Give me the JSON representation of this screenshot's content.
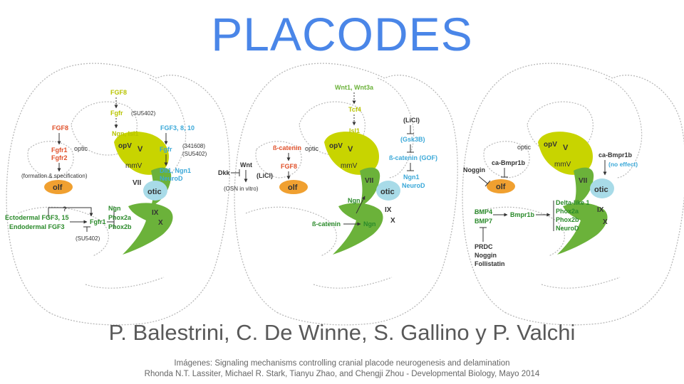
{
  "title": "PLACODES",
  "authors": "P. Balestrini, C. De Winne, S. Gallino y P. Valchi",
  "credit": {
    "line1": "Imágenes: Signaling mechanisms controlling cranial placode neurogenesis and delamination",
    "line2": "Rhonda N.T. Lassiter, Michael R. Stark, Tianyu Zhao, and Chengji Zhou - Developmental Biology, Mayo 2014"
  },
  "colors": {
    "title": "#4a86e8",
    "yellow_green": "#c8d400",
    "green": "#6bb23a",
    "orange": "#f0a030",
    "cyan": "#3aa8d8",
    "red_text": "#e0502a",
    "dark_green_text": "#2a8a2a"
  },
  "common": {
    "opV": "opV",
    "V": "V",
    "mmV": "mmV",
    "optic": "optic",
    "VII": "VII",
    "otic": "otic",
    "IX": "IX",
    "X": "X",
    "olf": "olf"
  },
  "panel1": {
    "fgf8_top": "FGF8",
    "fgfr_top": "Fgfr",
    "su5402_top": "(SU5402)",
    "ngn_isl1": "Ngn, Isl1",
    "fgf8_left": "FGF8",
    "fgfr1": "Fgfr1",
    "fgfr2": "Fgfr2",
    "formation": "(formation & specification)",
    "fgf3_8_10": "FGF3, 8, 10",
    "fgfr_right": "Fgfr",
    "inh_341608": "(341608)",
    "su5402_right": "(SU5402)",
    "dll1_ngn1": "Dll1, Ngn1",
    "neurod": "NeuroD",
    "question": "?",
    "ecto": "Ectodermal FGF3, 15",
    "endo": "Endodermal FGF3",
    "fgfr1_bottom": "Fgfr1",
    "su5402_bottom": "(SU5402)",
    "ngn": "Ngn",
    "phox2a": "Phox2a",
    "phox2b": "Phox2b"
  },
  "panel2": {
    "wnt": "Wnt1, Wnt3a",
    "tcf4": "Tcf4",
    "isl1": "Isl1",
    "licl_top": "(LiCl)",
    "gsk3b": "(Gsk3B)",
    "bcat_gof": "ß-catenin (GOF)",
    "ngn1": "Ngn1",
    "neurod": "NeuroD",
    "bcat_left": "ß-catenin",
    "fgf8": "FGF8",
    "wnt_left": "Wnt",
    "dkk": "Dkk",
    "licl_left": "(LiCl)",
    "osn": "(OSN in vitro)",
    "ngn_mid": "Ngn",
    "bcat_bottom": "ß-catenin",
    "ngn_bottom": "Ngn"
  },
  "panel3": {
    "ca_bmpr1b_left": "ca-Bmpr1b",
    "noggin_top": "Noggin",
    "ca_bmpr1b_right": "ca-Bmpr1b",
    "no_effect": "(no effect)",
    "bmp4": "BMP4",
    "bmp7": "BMP7",
    "bmpr1b": "Bmpr1b",
    "delta": "Delta-like 1",
    "phox2a": "Phox2a",
    "phox2b": "Phox2b",
    "neurod": "NeuroD",
    "prdc": "PRDC",
    "noggin": "Noggin",
    "follistatin": "Follistatin"
  }
}
